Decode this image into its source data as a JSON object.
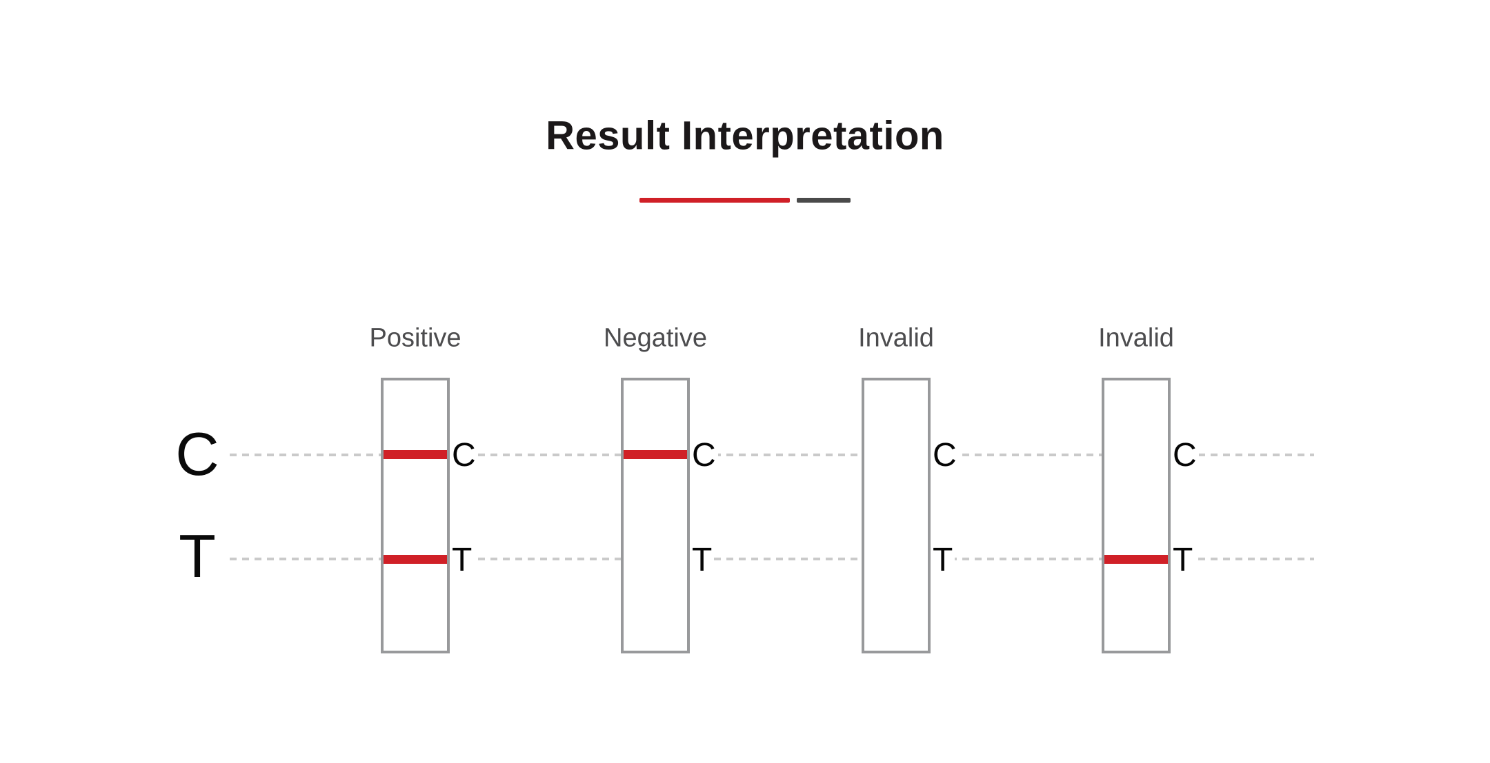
{
  "title": "Result Interpretation",
  "axis": {
    "control": "C",
    "test": "T"
  },
  "strips": [
    {
      "label": "Positive",
      "control_letter": "C",
      "test_letter": "T",
      "lines": {
        "control": true,
        "test": true
      }
    },
    {
      "label": "Negative",
      "control_letter": "C",
      "test_letter": "T",
      "lines": {
        "control": true,
        "test": false
      }
    },
    {
      "label": "Invalid",
      "control_letter": "C",
      "test_letter": "T",
      "lines": {
        "control": false,
        "test": false
      }
    },
    {
      "label": "Invalid",
      "control_letter": "C",
      "test_letter": "T",
      "lines": {
        "control": false,
        "test": true
      }
    }
  ],
  "colors": {
    "title-color": "#1b1819",
    "underline-red": "#d02027",
    "underline-gray": "#4a4a4a",
    "line-red": "#d02027",
    "strip-border": "#98999b",
    "dash-gray": "#cacaca",
    "label-gray": "#4c4c4e"
  }
}
